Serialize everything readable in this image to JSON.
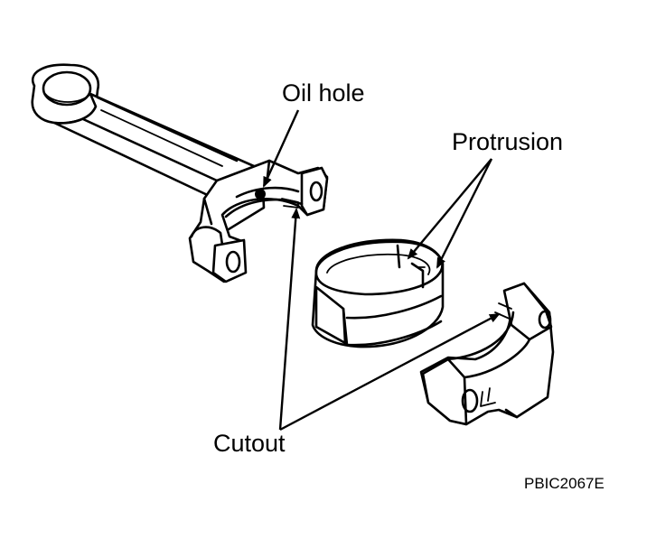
{
  "labels": {
    "oil_hole": "Oil hole",
    "protrusion": "Protrusion",
    "cutout": "Cutout",
    "figure_code": "PBIC2067E"
  },
  "colors": {
    "ink": "#000000",
    "background": "#ffffff"
  }
}
